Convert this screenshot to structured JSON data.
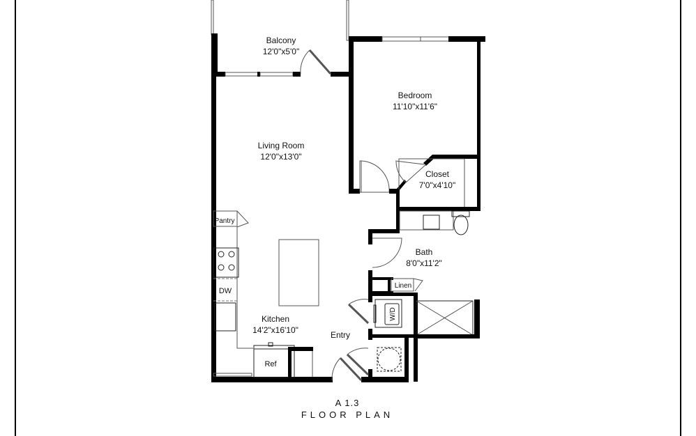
{
  "plan": {
    "unit_name": "A 1.3",
    "subtitle": "FLOOR PLAN",
    "rooms": [
      {
        "name": "Balcony",
        "size": "12'0\"x5'0\""
      },
      {
        "name": "Bedroom",
        "size": "11'10\"x11'6\""
      },
      {
        "name": "Living Room",
        "size": "12'0\"x13'0\""
      },
      {
        "name": "Closet",
        "size": "7'0\"x4'10\""
      },
      {
        "name": "Bath",
        "size": "8'0\"x11'2\""
      },
      {
        "name": "Kitchen",
        "size": "14'2\"x16'10\""
      }
    ],
    "labels": {
      "pantry": "Pantry",
      "dw": "DW",
      "linen": "Linen",
      "wd": "W/D",
      "entry": "Entry",
      "ref": "Ref"
    }
  }
}
